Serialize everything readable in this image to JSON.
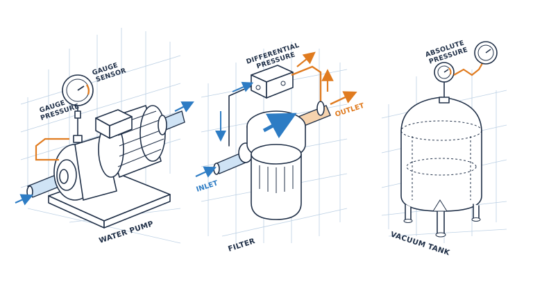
{
  "colors": {
    "line": "#1f2f47",
    "grid": "#bcd0e4",
    "pipe_blue": "#cfe3f5",
    "flow_blue": "#2d7cc4",
    "flow_orange": "#e07b1f"
  },
  "pump": {
    "label": "WATER PUMP",
    "gauge_sensor_line1": "GAUGE",
    "gauge_sensor_line2": "SENSOR",
    "gauge_pressure_line1": "GAUGE",
    "gauge_pressure_line2": "PRESSURE"
  },
  "filter": {
    "label": "FILTER",
    "diff_line1": "DIFFERENTIAL",
    "diff_line2": "PRESSURE",
    "inlet": "INLET",
    "outlet": "OUTLET"
  },
  "tank": {
    "label": "VACUUM TANK",
    "abs_line1": "ABSOLUTE",
    "abs_line2": "PRESSURE"
  }
}
